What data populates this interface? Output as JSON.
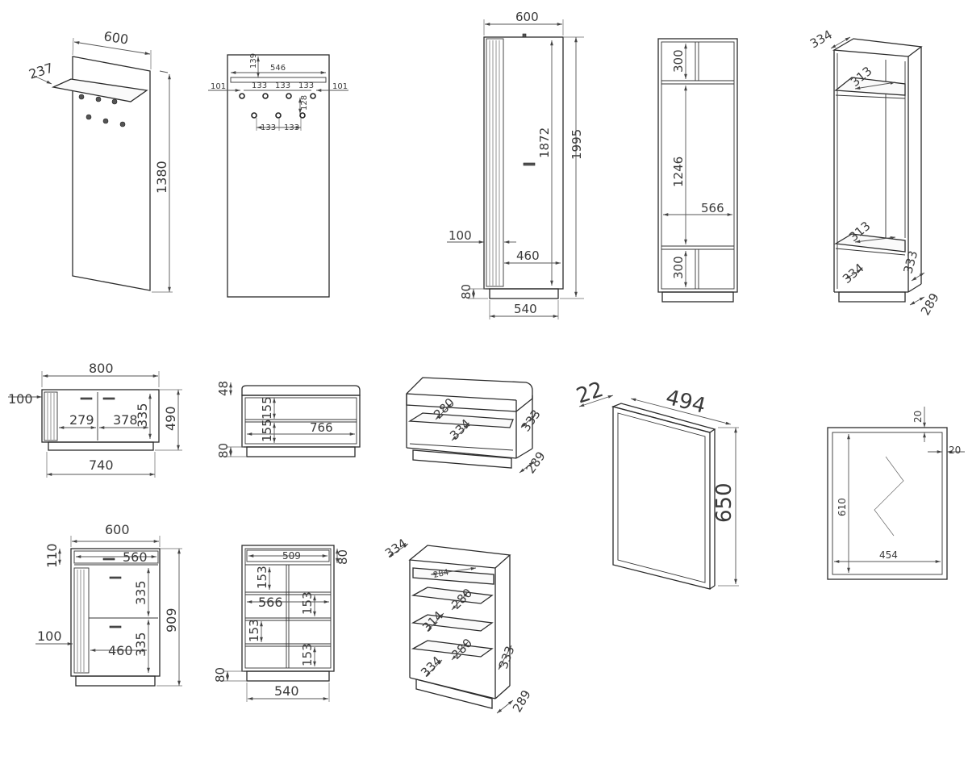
{
  "items": {
    "panel_iso": {
      "width": "600",
      "shelf_depth": "237",
      "height": "1380"
    },
    "panel_front": {
      "top": "139",
      "shelf": "546",
      "margin_left": "101",
      "margin_right": "101",
      "gap_a": "133",
      "gap_b": "133",
      "gap_c": "133",
      "row_gap": "128",
      "gap_bottom": "133",
      "gap_bottom_b": "133"
    },
    "wardrobe_front": {
      "width": "600",
      "height": "1995",
      "door_height": "1872",
      "slat": "100",
      "inner": "460",
      "plinth": "80",
      "base": "540"
    },
    "wardrobe_inner": {
      "top_shelf": "300",
      "middle": "1246",
      "inner_width": "566",
      "bottom_shelf": "300"
    },
    "wardrobe_iso": {
      "depth": "334",
      "shelf_top": "313",
      "shelf_bottom": "313",
      "side": "333",
      "bottom": "334",
      "plinth_depth": "289"
    },
    "bench_front": {
      "width": "800",
      "slat": "100",
      "door_left": "279",
      "door_right": "378",
      "door_height": "335",
      "height": "490",
      "base": "740"
    },
    "bench_section": {
      "cushion": "48",
      "top": "155",
      "bottom": "155",
      "inner_width": "766",
      "plinth": "80"
    },
    "bench_iso": {
      "upper": "280",
      "lower": "334",
      "side": "333",
      "plinth_depth": "289"
    },
    "mirror_iso": {
      "thickness": "22",
      "width": "494",
      "height": "650"
    },
    "mirror_front": {
      "top": "20",
      "side": "20",
      "height": "610",
      "inner_width": "454"
    },
    "cabinet_front": {
      "width": "600",
      "drawer_h": "110",
      "drawer_w": "560",
      "door_top": "335",
      "door_bottom": "335",
      "height": "909",
      "slat": "100",
      "inner": "460"
    },
    "cabinet_section": {
      "drawer_w": "509",
      "drawer_h": "80",
      "s1": "153",
      "inner": "566",
      "s2": "153",
      "s3": "153",
      "s4": "153",
      "plinth": "80",
      "base": "540"
    },
    "cabinet_iso": {
      "depth": "334",
      "drawer": "284",
      "shelf1": "280",
      "shelf2": "314",
      "shelf3": "280",
      "side": "333",
      "bottom": "334",
      "plinth_depth": "289"
    }
  }
}
